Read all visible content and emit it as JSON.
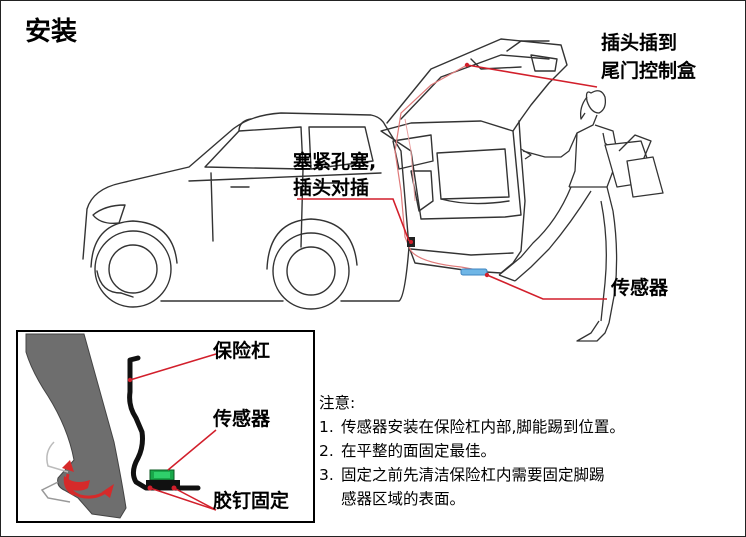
{
  "title": "安装",
  "labels": {
    "plug_line1": "插头插到",
    "plug_line2": "尾门控制盒",
    "grommet_line1": "塞紧孔塞,",
    "grommet_line2": "插头对插",
    "sensor_main": "传感器",
    "bumper": "保险杠",
    "sensor_inset": "传感器",
    "adhesive": "胶钉固定"
  },
  "notes": {
    "heading": "注意:",
    "items": [
      {
        "num": "1.",
        "text": "传感器安装在保险杠内部,脚能踢到位置。"
      },
      {
        "num": "2.",
        "text": "在平整的面固定最佳。"
      },
      {
        "num": "3.",
        "text": "固定之前先清洁保险杠内需要固定脚踢",
        "cont": "感器区域的表面。"
      }
    ]
  },
  "colors": {
    "leader_line": "#d21f2b",
    "cable": "#e07a7a",
    "sensor_green": "#19a84a",
    "sensor_blue": "#6fb6e6",
    "kick_arrow": "#d62a2a"
  }
}
